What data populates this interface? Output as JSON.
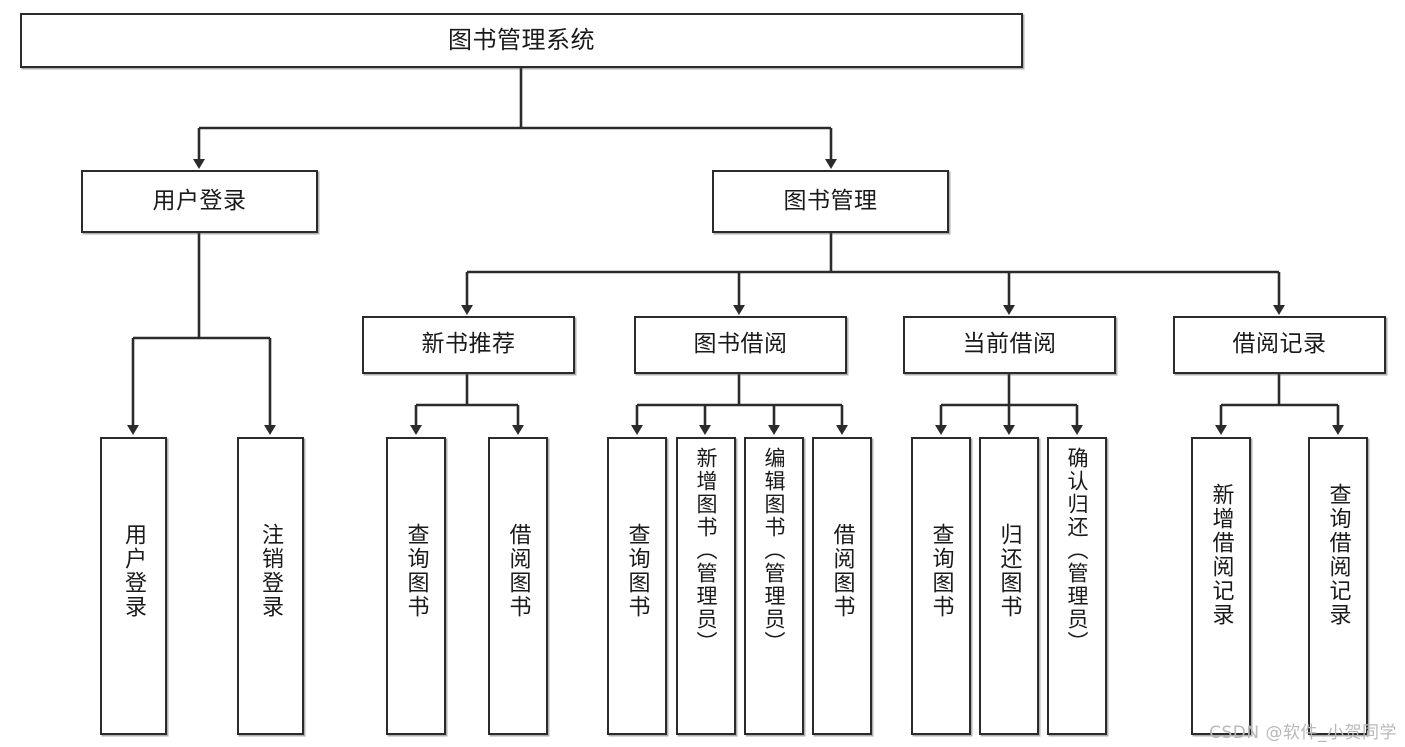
{
  "diagram": {
    "title": "图书管理系统",
    "colors": {
      "box_border": "#2b2b2b",
      "box_fill": "#ffffff",
      "connector": "#2b2b2b",
      "text": "#1a1a1a",
      "watermark": "#b9b9b9"
    },
    "root": {
      "label": "图书管理系统"
    },
    "level2": [
      {
        "id": "user-login",
        "label": "用户登录"
      },
      {
        "id": "book-management",
        "label": "图书管理"
      }
    ],
    "level3": [
      {
        "id": "new-book-recommend",
        "label": "新书推荐"
      },
      {
        "id": "book-borrow",
        "label": "图书借阅"
      },
      {
        "id": "current-borrow",
        "label": "当前借阅"
      },
      {
        "id": "borrow-record",
        "label": "借阅记录"
      }
    ],
    "leaves": {
      "user_login": [
        {
          "id": "leaf-user-login",
          "label": "用户登录"
        },
        {
          "id": "leaf-logout-login",
          "label": "注销登录"
        }
      ],
      "new_book_recommend": [
        {
          "id": "leaf-query-book-1",
          "label": "查询图书"
        },
        {
          "id": "leaf-borrow-book-1",
          "label": "借阅图书"
        }
      ],
      "book_borrow": [
        {
          "id": "leaf-query-book-2",
          "label": "查询图书"
        },
        {
          "id": "leaf-add-book",
          "label": "新增图书（管理员）"
        },
        {
          "id": "leaf-edit-book",
          "label": "编辑图书（管理员）"
        },
        {
          "id": "leaf-borrow-book-2",
          "label": "借阅图书"
        }
      ],
      "current_borrow": [
        {
          "id": "leaf-query-book-3",
          "label": "查询图书"
        },
        {
          "id": "leaf-return-book",
          "label": "归还图书"
        },
        {
          "id": "leaf-confirm-return",
          "label": "确认归还（管理员）"
        }
      ],
      "borrow_record": [
        {
          "id": "leaf-add-record",
          "label": "新增借阅记录"
        },
        {
          "id": "leaf-query-record",
          "label": "查询借阅记录"
        }
      ]
    },
    "watermark": "CSDN @软件_小贺同学"
  }
}
